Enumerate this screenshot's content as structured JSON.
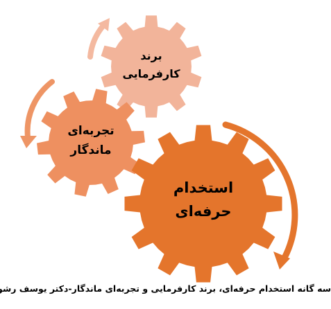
{
  "colors": {
    "gear_top": "#f2b49a",
    "gear_middle": "#ee9060",
    "gear_bottom": "#e4752c",
    "arrow_top": "#f4b9a0",
    "arrow_middle": "#ee9565",
    "arrow_bottom": "#e4752c",
    "label_text": "#000000",
    "background": "#ffffff"
  },
  "gears": {
    "top": {
      "line1": "برند",
      "line2": "کارفرمایی"
    },
    "middle": {
      "line1": "تجربه‌ای",
      "line2": "ماندگار"
    },
    "bottom": {
      "line1": "استخدام",
      "line2": "حرفه‌ای"
    }
  },
  "caption": "سه گانه استخدام حرفه‌ای، برند کارفرمایی و تجربه‌ای ماندگار-دکتر یوسف رشوند"
}
